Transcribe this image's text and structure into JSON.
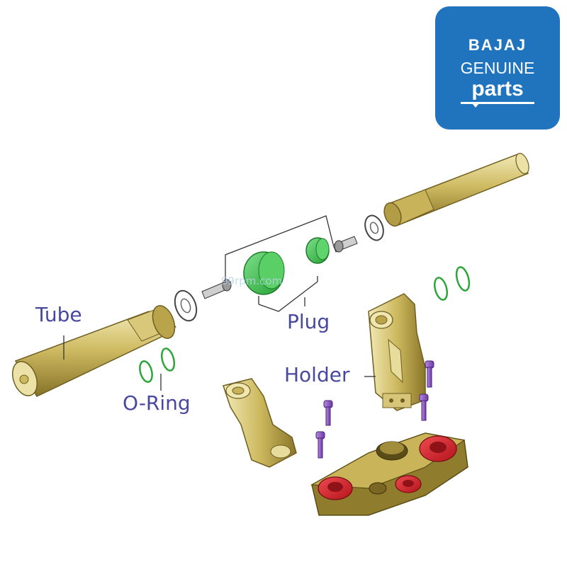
{
  "logo": {
    "line1": "BAJAJ",
    "line2": "GENUINE",
    "line3": "parts",
    "background": "#1f74bd"
  },
  "watermark": "99rpm.com",
  "labels": {
    "tube": "Tube",
    "o_ring": "O-Ring",
    "plug": "Plug",
    "holder": "Holder"
  },
  "colors": {
    "label_text": "#4848a0",
    "brass_light": "#e8dc9c",
    "brass_mid": "#c2ad55",
    "brass_dark": "#7f6d22",
    "green_part": "#3cc04a",
    "green_ring": "#2ca63a",
    "purple_bolt": "#8a52c2",
    "red_part": "#d8262e",
    "leader_line": "#333333"
  }
}
